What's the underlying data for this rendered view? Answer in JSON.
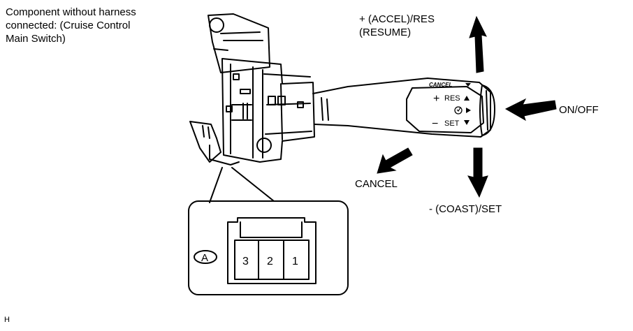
{
  "caption": {
    "line1": "Component without harness",
    "line2": "connected: (Cruise Control",
    "line3": "Main Switch)"
  },
  "labels": {
    "accel_line1": "+ (ACCEL)/RES",
    "accel_line2": "(RESUME)",
    "on_off": "ON/OFF",
    "cancel": "CANCEL",
    "coast_set": "- (COAST)/SET"
  },
  "switch_head": {
    "cancel_mark": "CANCEL",
    "res_plus": "+",
    "res_text": "RES",
    "set_minus": "−",
    "set_text": "SET"
  },
  "connector": {
    "letter": "A",
    "pins": [
      "3",
      "2",
      "1"
    ]
  },
  "footer": "H"
}
